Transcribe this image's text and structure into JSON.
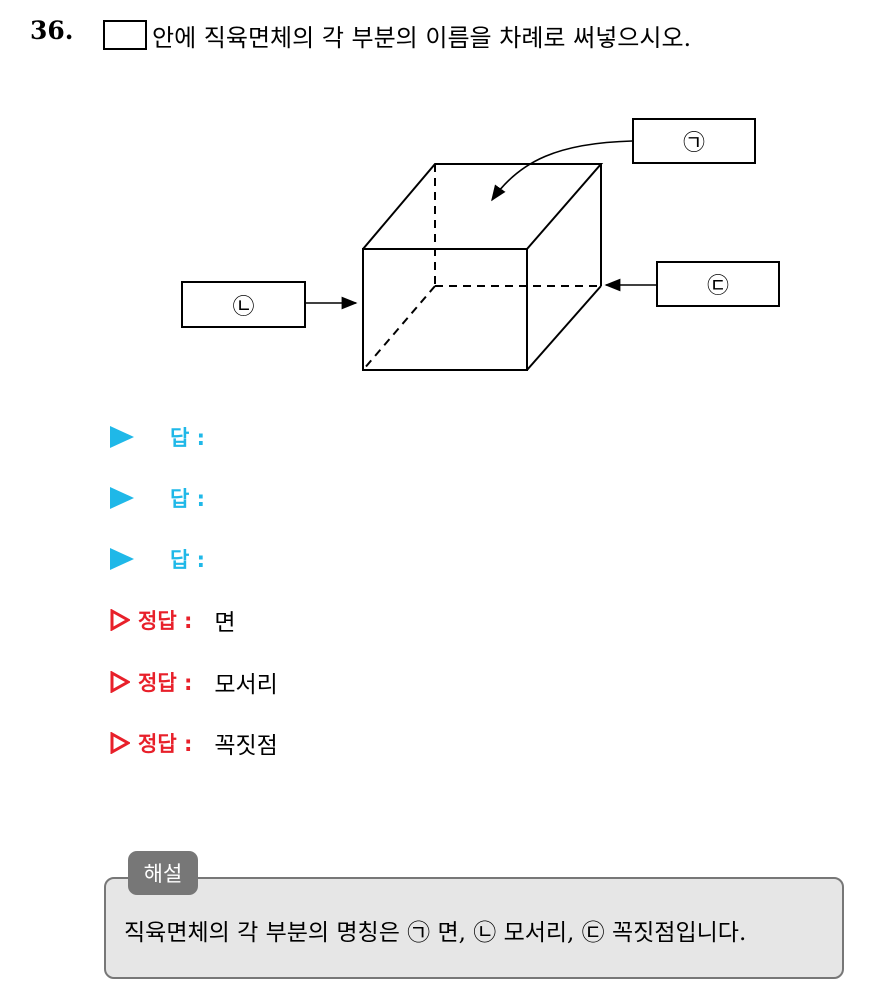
{
  "question": {
    "number": "36.",
    "text": "안에 직육면체의 각 부분의 이름을 차례로 써넣으시오."
  },
  "figure": {
    "label_a": "㉠",
    "label_b": "㉡",
    "label_c": "㉢"
  },
  "answers": [
    {
      "label": "답 :"
    },
    {
      "label": "답 :"
    },
    {
      "label": "답 :"
    }
  ],
  "correct": [
    {
      "label": "정답 :",
      "value": "면"
    },
    {
      "label": "정답 :",
      "value": "모서리"
    },
    {
      "label": "정답 :",
      "value": "꼭짓점"
    }
  ],
  "explanation": {
    "tag": "해설",
    "text": "직육면체의 각 부분의 명칭은 ㉠ 면, ㉡ 모서리, ㉢ 꼭짓점입니다."
  },
  "colors": {
    "answer_blue": "#1fb8e8",
    "correct_red": "#e8202a",
    "explanation_bg": "#e6e6e6"
  }
}
